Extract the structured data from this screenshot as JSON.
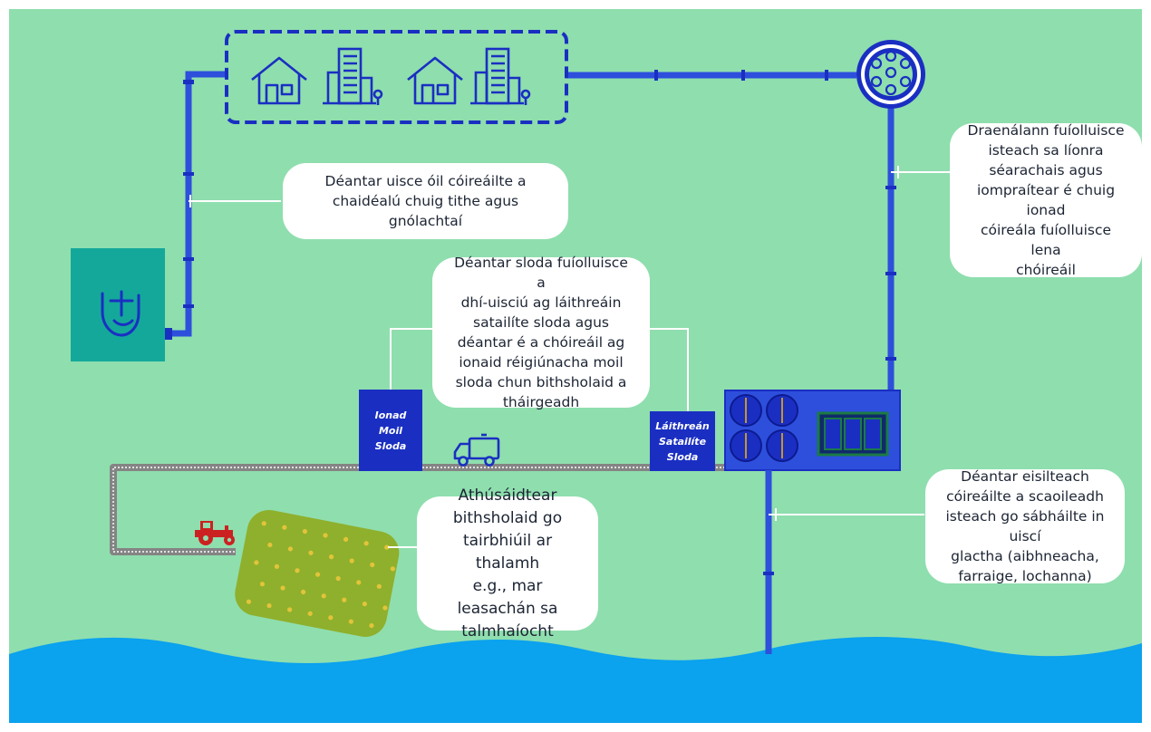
{
  "callouts": {
    "potable_water": "Déantar uisce óil cóireáilte a\nchaidéalú chuig tithe agus\ngnólachtaí",
    "sewer_network": "Draenálann fuíolluisce\nisteach sa líonra\nséarachais agus\niompraítear é chuig ionad\ncóireála fuíolluisce lena\nchóireáil",
    "sludge_processing": "Déantar sloda fuíolluisce a\ndhí-uisciú ag láithreáin\nsatailíte sloda agus\ndéantar é a chóireáil ag\nionaid réigiúnacha moil\nsloda chun bithsholaid a\ntháirgeadh",
    "treated_effluent": "Déantar eisilteach\ncóireáilte a scaoileadh\nisteach go sábháilte in uiscí\nglactha (aibhneacha,\nfarraige, lochanna)",
    "biosolids_reuse": "Athúsáidtear\nbithsholaid go\ntairbhiúil ar thalamh\ne.g., mar leasachán sa\ntalmhaíocht"
  },
  "sites": {
    "hub": "Ionad\nMoil\nSloda",
    "satellite": "Láithreán\nSatailíte\nSloda"
  },
  "colors": {
    "background": "#8fdeae",
    "pipe": "#2d4fdc",
    "site_box": "#1a2fc2",
    "sea": "#0ba2ee",
    "plant": "#14a89a",
    "field": "#8fb02c",
    "tractor": "#cc2121"
  },
  "icons": [
    "house-icon",
    "office-building-icon",
    "manhole-icon",
    "water-utility-logo-icon",
    "tanker-truck-icon",
    "tractor-icon",
    "clarifier-tanks-icon",
    "filter-beds-icon"
  ]
}
